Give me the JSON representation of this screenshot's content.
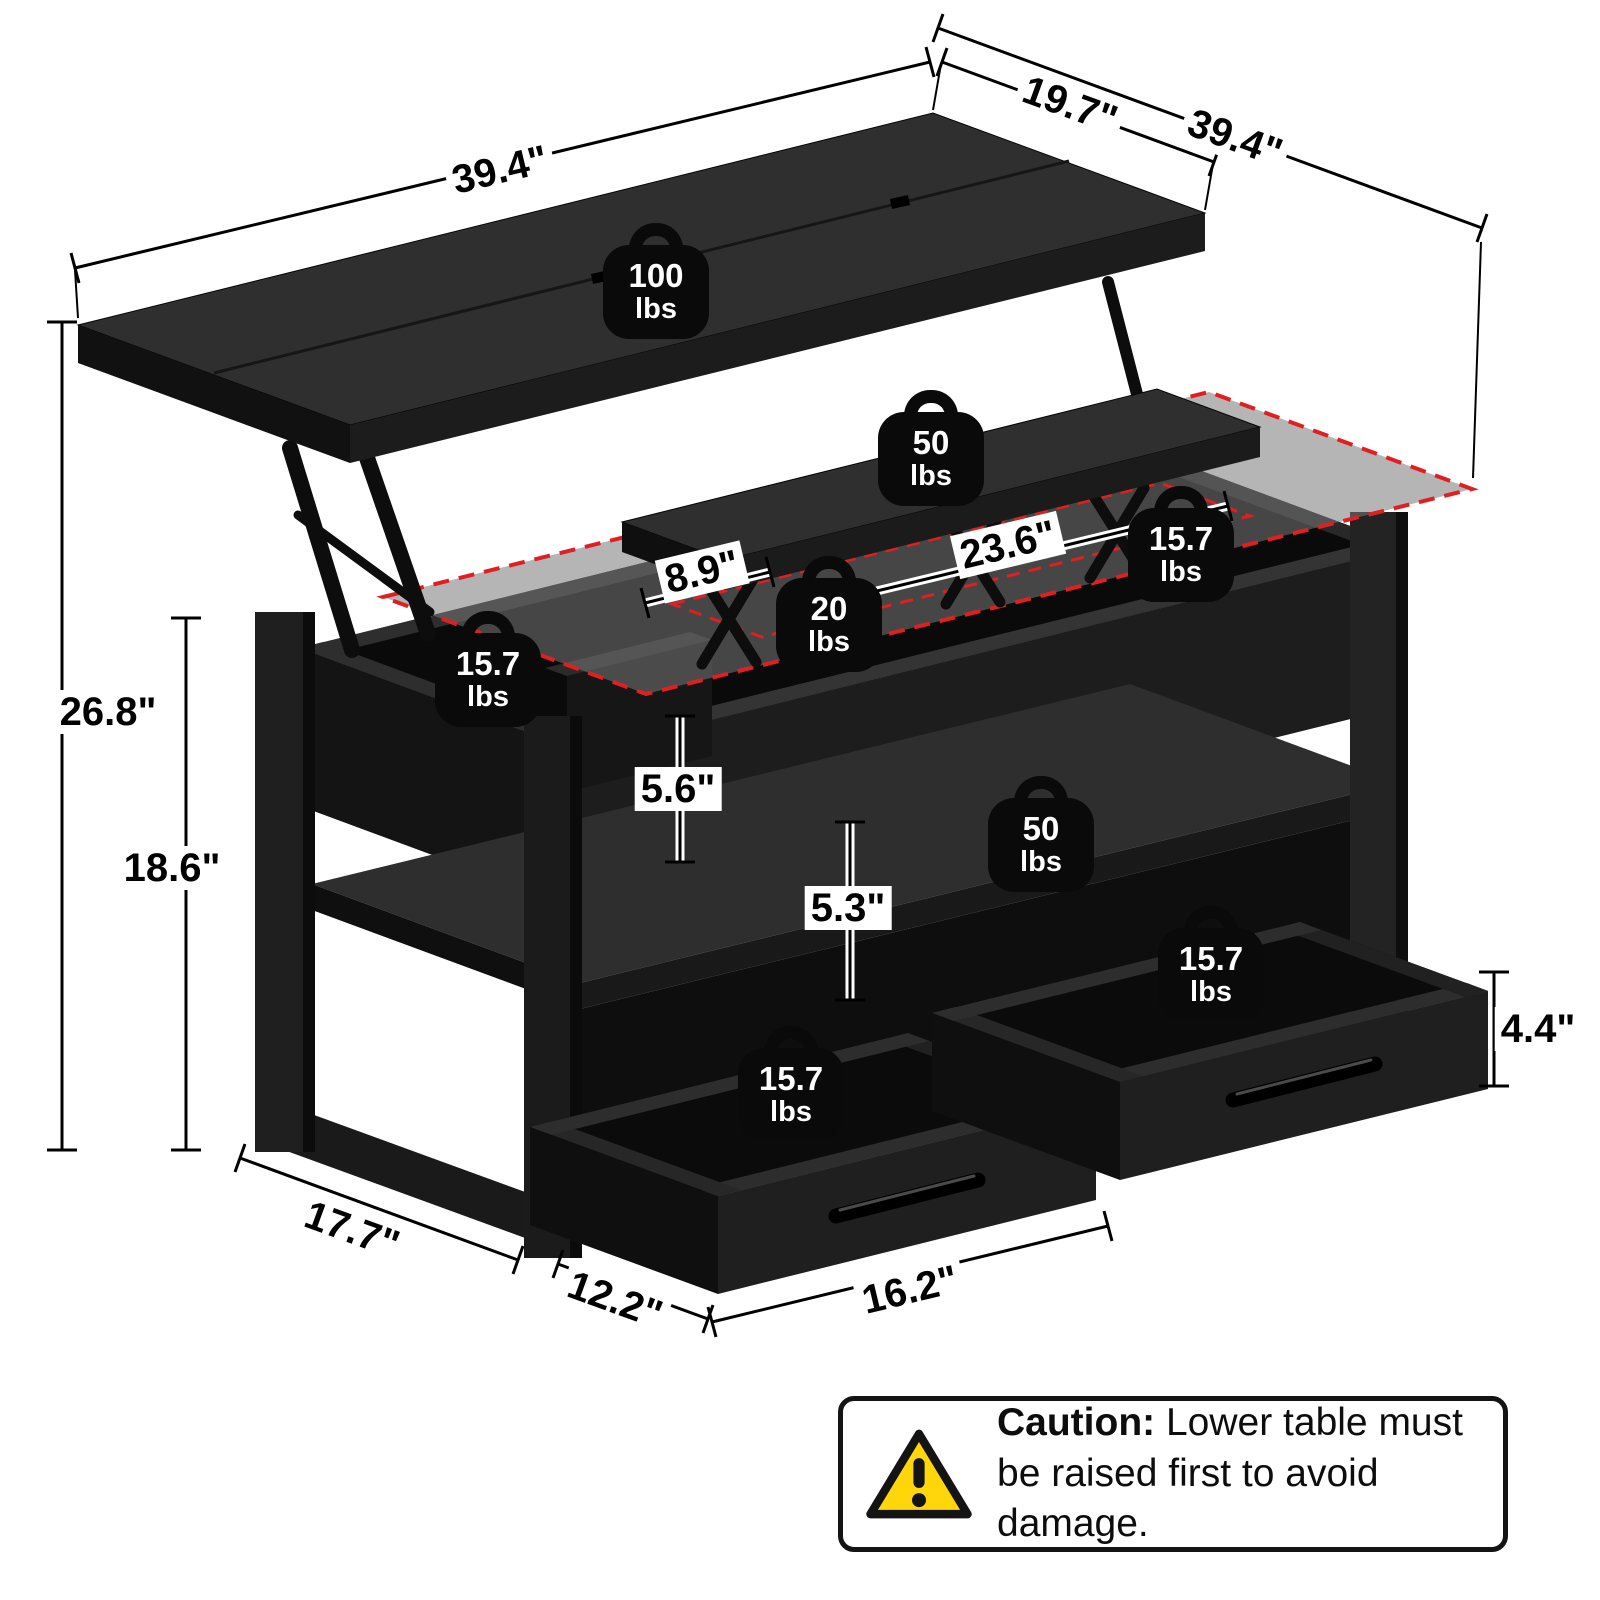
{
  "dims": {
    "top_length": "39.4\"",
    "top_folded_depth": "19.7\"",
    "top_unfolded_depth": "39.4\"",
    "total_height": "26.8\"",
    "lower_height": "18.6\"",
    "inner_height": "5.6\"",
    "shelf_clearance": "5.3\"",
    "drawer_height": "4.4\"",
    "table_depth": "17.7\"",
    "drawer_depth": "12.2\"",
    "drawer_width": "16.2\"",
    "inner_width": "8.9\"",
    "lift_top_length": "23.6\""
  },
  "weights": [
    {
      "name": "tabletop",
      "value": "100",
      "unit": "lbs"
    },
    {
      "name": "lift-panel",
      "value": "50",
      "unit": "lbs"
    },
    {
      "name": "right-frame",
      "value": "15.7",
      "unit": "lbs"
    },
    {
      "name": "left-compartment",
      "value": "15.7",
      "unit": "lbs"
    },
    {
      "name": "middle-compartment",
      "value": "20",
      "unit": "lbs"
    },
    {
      "name": "open-shelf",
      "value": "50",
      "unit": "lbs"
    },
    {
      "name": "right-drawer",
      "value": "15.7",
      "unit": "lbs"
    },
    {
      "name": "left-drawer",
      "value": "15.7",
      "unit": "lbs"
    }
  ],
  "caution": {
    "label": "Caution:",
    "text": "Lower table must be raised first to avoid damage."
  },
  "colors": {
    "table_black": "#1c1c1c",
    "ghost_red": "#e02020",
    "warning_yellow": "#ffd60a",
    "line_black": "#000000"
  }
}
